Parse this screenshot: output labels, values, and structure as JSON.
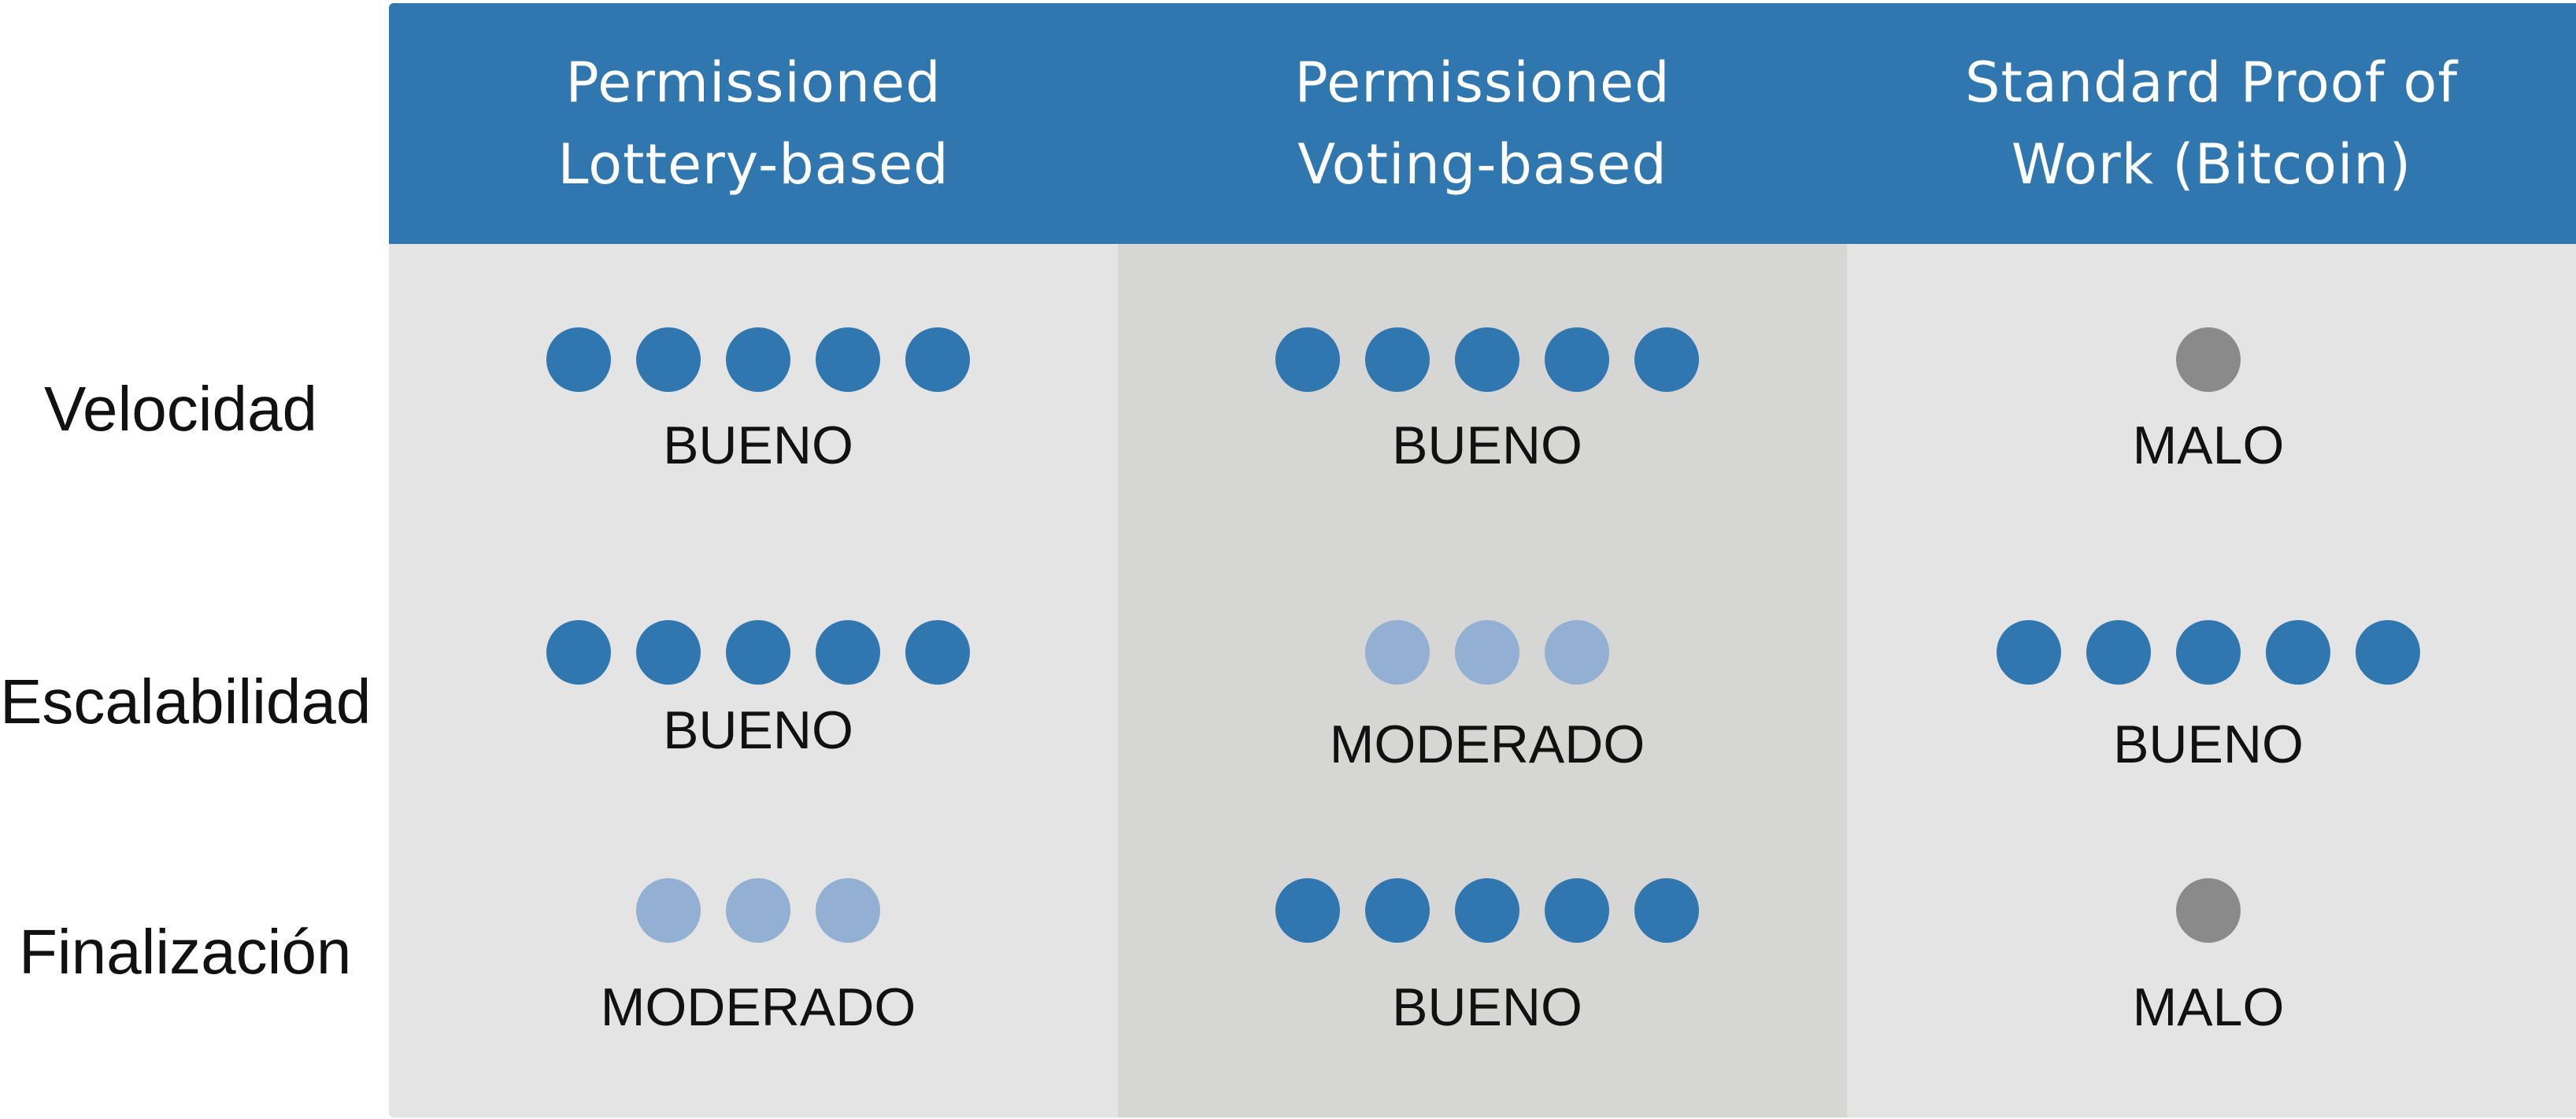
{
  "colors": {
    "header": "#3077b0",
    "good_dot": "#3077b0",
    "moderate_dot": "#93afd1",
    "bad_dot": "#8a8a8a",
    "column_bg_light": "#e4e4e4",
    "column_bg_mid": "#d6d6d5"
  },
  "columns": [
    {
      "title": "Permissioned\nLottery-based"
    },
    {
      "title": "Permissioned\nVoting-based"
    },
    {
      "title": "Standard Proof of\nWork (Bitcoin)"
    }
  ],
  "rows": [
    {
      "label": "Velocidad",
      "cells": [
        {
          "rating": "BUENO",
          "dots": 5,
          "level": "good"
        },
        {
          "rating": "BUENO",
          "dots": 5,
          "level": "good"
        },
        {
          "rating": "MALO",
          "dots": 1,
          "level": "bad"
        }
      ]
    },
    {
      "label": "Escalabilidad",
      "cells": [
        {
          "rating": "BUENO",
          "dots": 5,
          "level": "good"
        },
        {
          "rating": "MODERADO",
          "dots": 3,
          "level": "moderate"
        },
        {
          "rating": "BUENO",
          "dots": 5,
          "level": "good"
        }
      ]
    },
    {
      "label": "Finalización",
      "cells": [
        {
          "rating": "MODERADO",
          "dots": 3,
          "level": "moderate"
        },
        {
          "rating": "BUENO",
          "dots": 5,
          "level": "good"
        },
        {
          "rating": "MALO",
          "dots": 1,
          "level": "bad"
        }
      ]
    }
  ]
}
